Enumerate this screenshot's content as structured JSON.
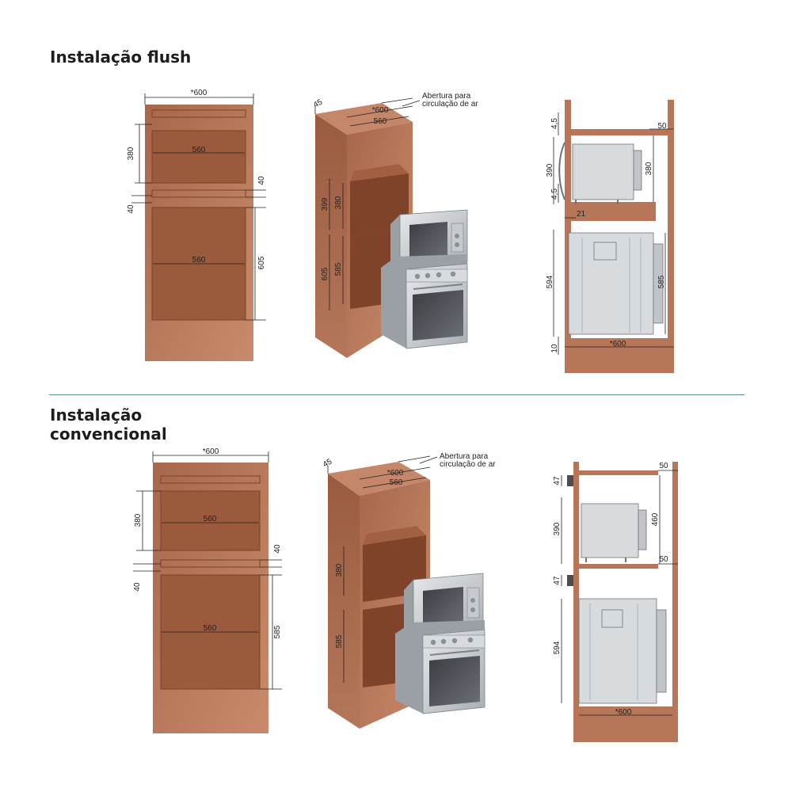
{
  "sections": {
    "flush": {
      "title": "Instalação flush",
      "front": {
        "w600": "*600",
        "d380": "380",
        "d560a": "560",
        "d40r": "40",
        "d40l": "40",
        "d560b": "560",
        "d605": "605"
      },
      "iso": {
        "d45": "45",
        "w600": "*600",
        "w560": "560",
        "note_l1": "Abertura para",
        "note_l2": "circulação de ar",
        "d399": "399",
        "d380": "380",
        "d605": "605",
        "d585": "585"
      },
      "side": {
        "d45a": "4,5",
        "d50": "50",
        "d390": "390",
        "d380": "380",
        "d45b": "4,5",
        "d21": "21",
        "d594": "594",
        "d585": "585",
        "d10": "10",
        "w600": "*600"
      }
    },
    "conventional": {
      "title_l1": "Instalação",
      "title_l2": "convencional",
      "front": {
        "w600": "*600",
        "d380": "380",
        "d560a": "560",
        "d40r": "40",
        "d40l": "40",
        "d560b": "560",
        "d585": "585"
      },
      "iso": {
        "d45": "45",
        "w600": "*600",
        "w560": "560",
        "note_l1": "Abertura para",
        "note_l2": "circulação de ar",
        "d380": "380",
        "d585": "585"
      },
      "side": {
        "d50a": "50",
        "d47a": "47",
        "d390": "390",
        "d460": "460",
        "d50b": "50",
        "d47b": "47",
        "d594": "594",
        "w600": "*600"
      }
    }
  },
  "colors": {
    "cabinet": "#b77658",
    "cabinet_dark": "#8e5239",
    "cabinet_light": "#c98a6c",
    "steel": "#cfd2d6",
    "steel_dark": "#9aa0a6",
    "separator": "#5a8ba6"
  }
}
